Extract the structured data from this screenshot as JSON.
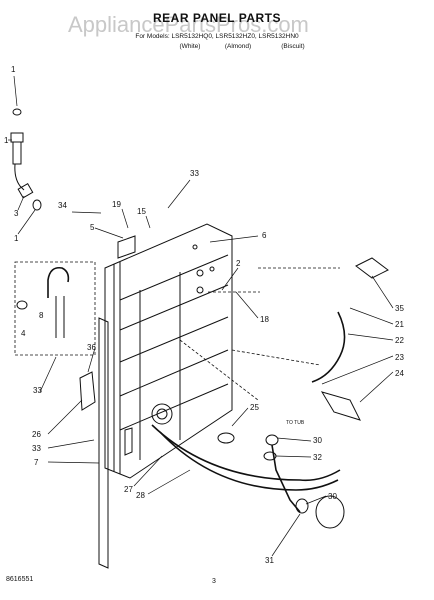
{
  "watermark": "AppliancePartsPros.com",
  "title": "REAR PANEL PARTS",
  "models_line": "For Models: LSR5132HQ0, LSR5132HZ0, LSR5132HN0",
  "color_variants": [
    "(White)",
    "(Almond)",
    "(Biscuit)"
  ],
  "footer_left": "8616551",
  "footer_center": "3",
  "hose_label": "TO TUB",
  "callouts": [
    "1",
    "1",
    "3",
    "1",
    "34",
    "5",
    "19",
    "15",
    "33",
    "6",
    "2",
    "18",
    "8",
    "4",
    "36",
    "33",
    "26",
    "33",
    "7",
    "27",
    "28",
    "25",
    "35",
    "21",
    "22",
    "23",
    "24",
    "30",
    "32",
    "30",
    "31"
  ]
}
